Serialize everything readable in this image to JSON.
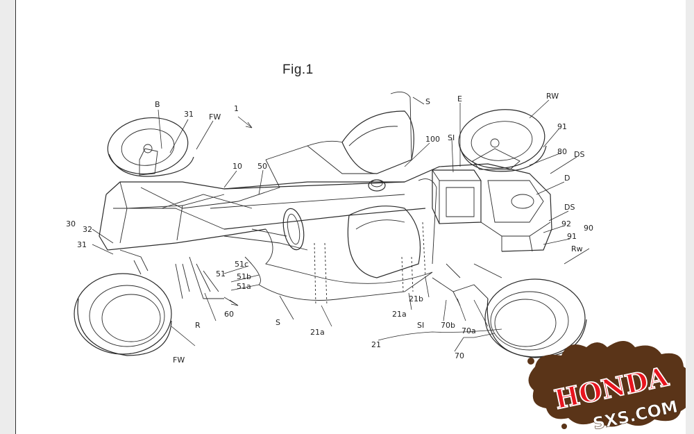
{
  "figure": {
    "title": "Fig.1"
  },
  "labels": {
    "n1": "1",
    "B": "B",
    "n31_top": "31",
    "FW_top": "FW",
    "n10": "10",
    "n50": "50",
    "S_top": "S",
    "E": "E",
    "RW_top": "RW",
    "n100": "100",
    "SI_top": "SI",
    "n91_top": "91",
    "n80": "80",
    "DS_top": "DS",
    "D": "D",
    "DS_mid": "DS",
    "n92": "92",
    "n90": "90",
    "n91_mid": "91",
    "Rw": "Rw",
    "n30": "30",
    "n32": "32",
    "n31_left": "31",
    "n51c": "51c",
    "n51": "51",
    "n51b": "51b",
    "n51a": "51a",
    "n60": "60",
    "R": "R",
    "FW_bottom": "FW",
    "S_bottom": "S",
    "n21a_left": "21a",
    "n21a_right": "21a",
    "n21b": "21b",
    "SI_bottom": "SI",
    "n70b": "70b",
    "n70a": "70a",
    "n21": "21",
    "n70": "70"
  },
  "watermark": {
    "line1": "HONDA",
    "line2": "SXS.COM",
    "splat_color": "#5a3418",
    "honda_color": "#e8141e",
    "sxs_color": "#ffffff"
  }
}
